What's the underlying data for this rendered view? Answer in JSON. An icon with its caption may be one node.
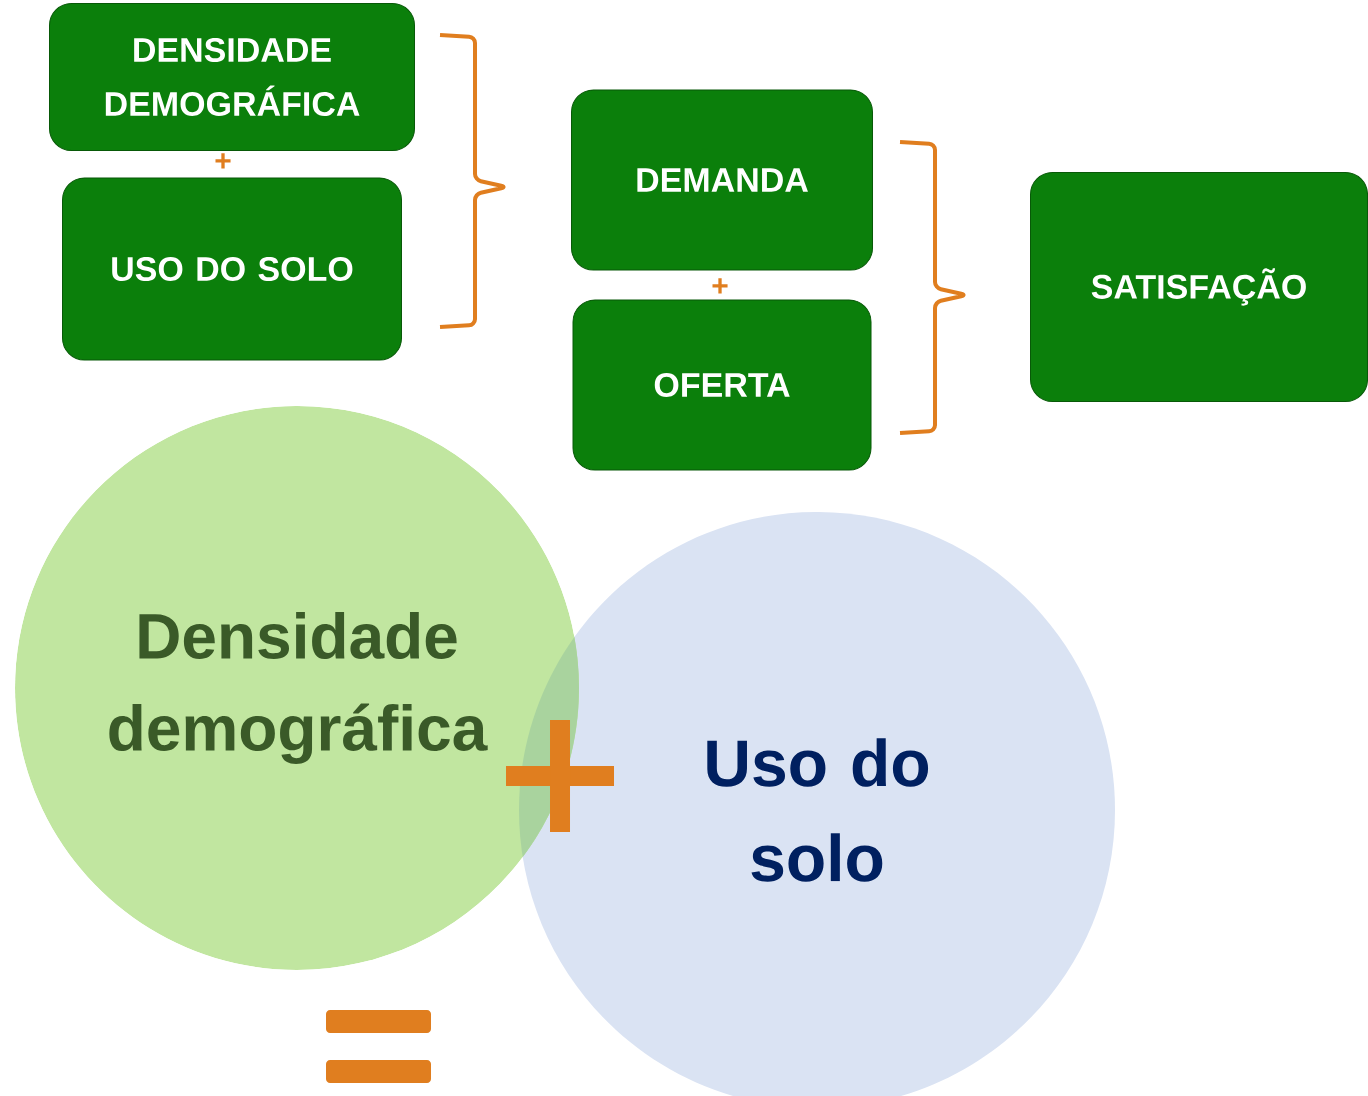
{
  "diagram": {
    "nodes": [
      {
        "text": [
          "DENSIDADE DEMOGRÁFICA"
        ]
      },
      {
        "text": [
          "USO DO SOLO"
        ]
      },
      {
        "text": [
          "DEMANDA"
        ]
      },
      {
        "text": [
          "OFERTA"
        ]
      },
      {
        "text": [
          "SATISFAÇÃO"
        ]
      },
      {
        "text": [
          "Densidade demográfica"
        ]
      },
      {
        "text": [
          "Uso do solo"
        ]
      }
    ],
    "edges": [],
    "labels": [
      "+",
      "+"
    ]
  }
}
